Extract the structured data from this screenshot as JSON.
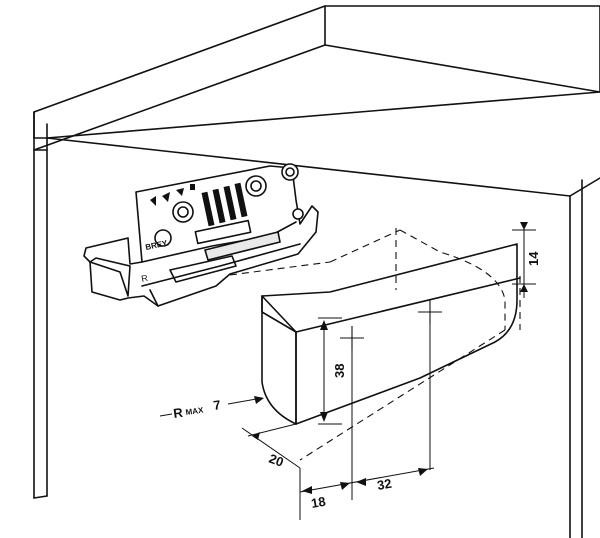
{
  "dimensions": {
    "d14": "14",
    "d38": "38",
    "d20": "20",
    "d18": "18",
    "d32": "32"
  },
  "radius": {
    "r_prefix": "R",
    "r_sub": "MAX",
    "r_value": "7"
  },
  "hinge_markings": {
    "brand": "BREY.",
    "letter": "R"
  }
}
